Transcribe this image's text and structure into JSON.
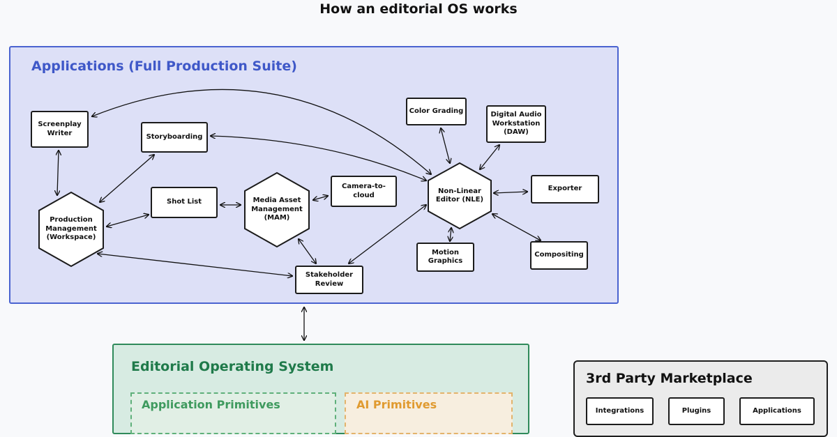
{
  "title": "How an editorial OS works",
  "applications": {
    "title": "Applications (Full Production Suite)",
    "nodes": {
      "screenplay": "Screenplay\nWriter",
      "storyboarding": "Storyboarding",
      "production": "Production\nManagement\n(Workspace)",
      "shotlist": "Shot List",
      "mam": "Media Asset\nManagement\n(MAM)",
      "camera": "Camera-to-\ncloud",
      "stakeholder": "Stakeholder\nReview",
      "color": "Color Grading",
      "daw": "Digital Audio\nWorkstation\n(DAW)",
      "nle": "Non-Linear\nEditor (NLE)",
      "exporter": "Exporter",
      "motion": "Motion\nGraphics",
      "compositing": "Compositing"
    }
  },
  "os": {
    "title": "Editorial Operating System",
    "app_primitives": "Application Primitives",
    "ai_primitives": "AI Primitives"
  },
  "marketplace": {
    "title": "3rd Party Marketplace",
    "items": [
      "Integrations",
      "Plugins",
      "Applications"
    ]
  },
  "colors": {
    "apps_fill": "#dde0f7",
    "apps_border": "#4a63d0",
    "os_fill": "#d7ebe2",
    "os_border": "#2f8a5a",
    "ai_accent": "#e09a2f",
    "app_prim_accent": "#3e9a5e"
  }
}
